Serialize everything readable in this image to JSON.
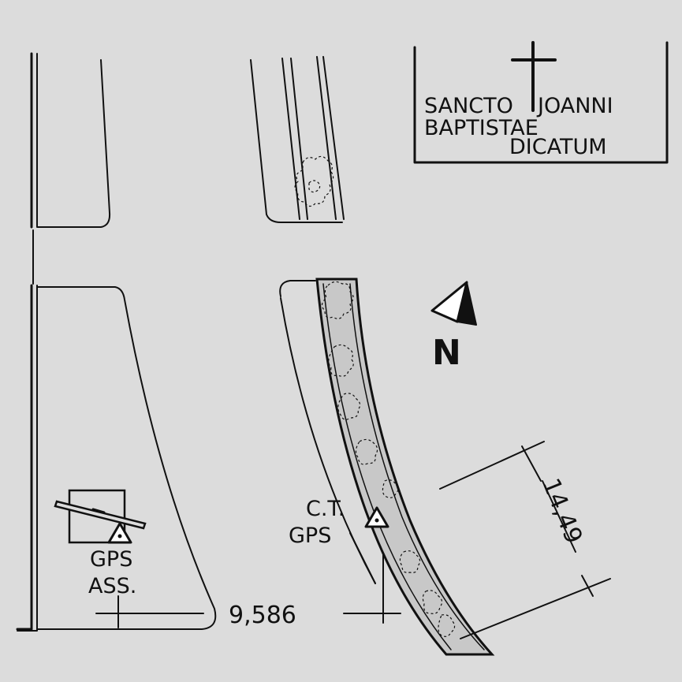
{
  "inscription": {
    "line1a": "SANCTO",
    "line1b": "JOANNI",
    "line2": "BAPTISTAE",
    "line3": "DICATUM"
  },
  "north_label": "N",
  "gps_ass": {
    "line1": "GPS",
    "line2": "ASS."
  },
  "gps_ct": {
    "line1": "C.T.",
    "line2": "GPS"
  },
  "dimensions": {
    "bottom": "9,586",
    "right": "14,49"
  },
  "colors": {
    "background": "#dcdcdc",
    "ink": "#111111",
    "hedge": "#c8c8c8"
  }
}
